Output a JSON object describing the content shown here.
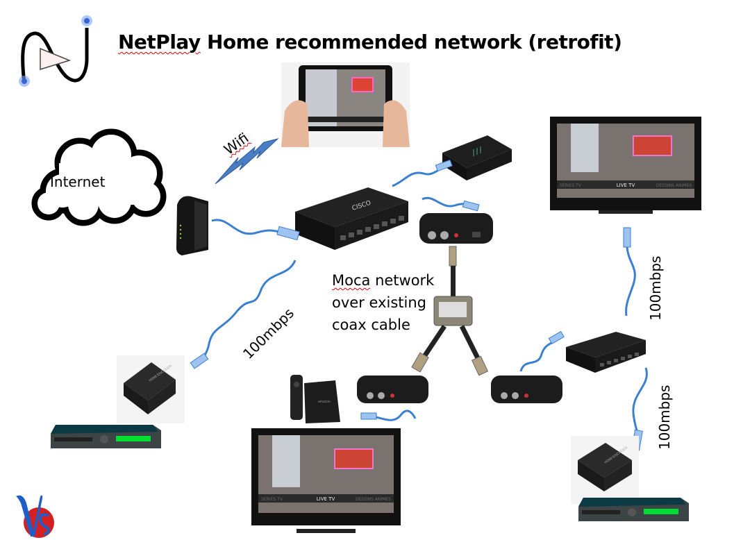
{
  "title": {
    "prefix": "NetPlay",
    "rest": " Home recommended network (retrofit)"
  },
  "labels": {
    "internet": "Internet",
    "wifi": "Wifi",
    "speed_left": "100mbps",
    "speed_right_top": "100mbps",
    "speed_right_bottom": "100mbps",
    "moca_line1_word": "Moca",
    "moca_line1_rest": " network",
    "moca_line2": "over existing",
    "moca_line3": "coax cable"
  },
  "devices": {
    "switch_brand": "CISCO",
    "tv_overlay": "LIVE TV",
    "tv_left": "SÉRIES TV",
    "tv_right": "DESSINS ANIMÉS",
    "amazon_label": "amazon",
    "encoder_label": "HDMI ENCODER"
  },
  "colors": {
    "cable": "#3b7fd0",
    "wifi": "#4a7ec4",
    "device": "#1c1c1c"
  }
}
